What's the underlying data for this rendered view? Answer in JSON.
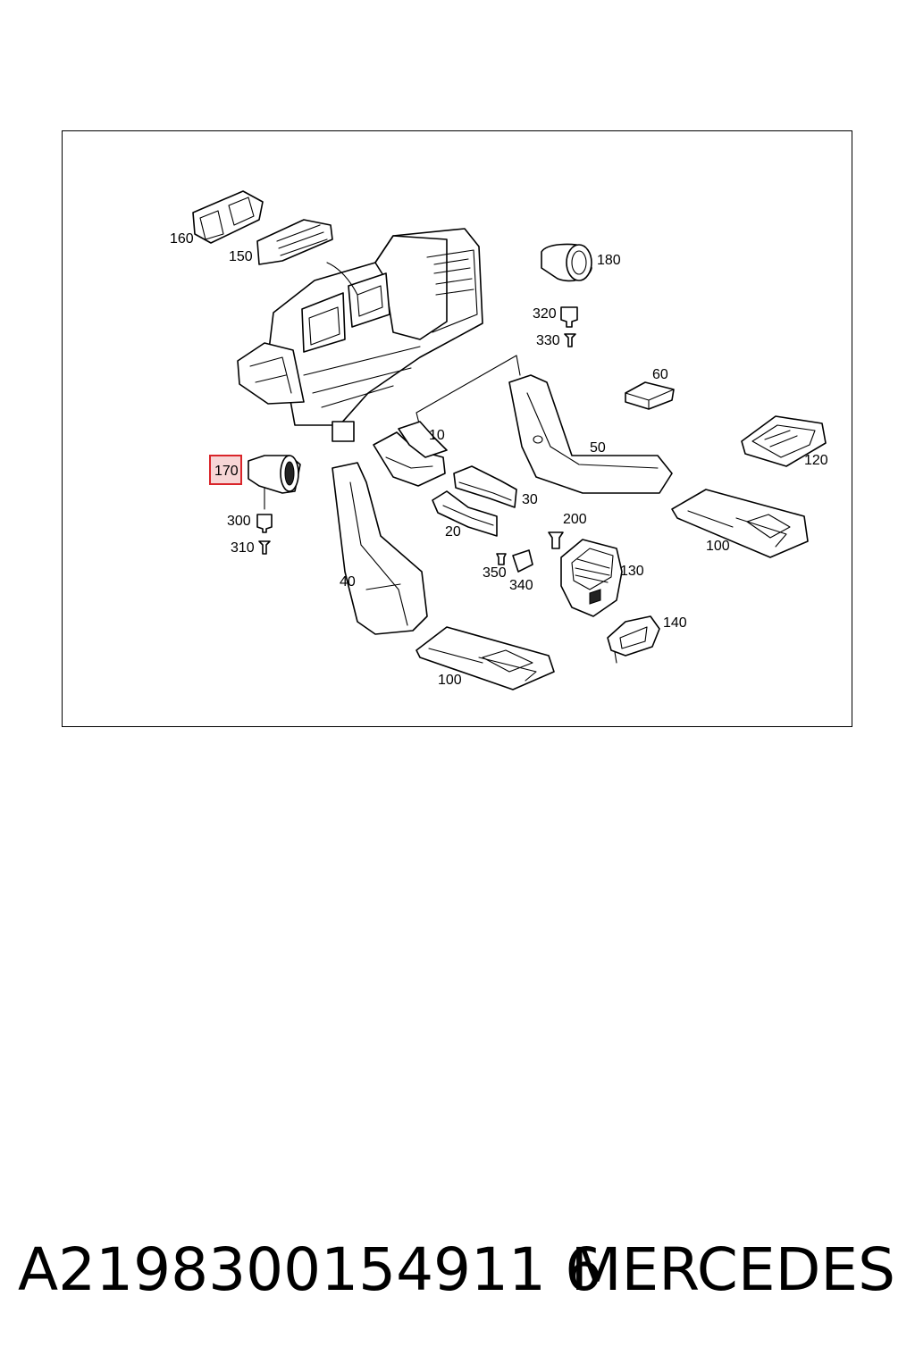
{
  "diagram": {
    "labels": {
      "p10": "10",
      "p20": "20",
      "p30": "30",
      "p40": "40",
      "p50": "50",
      "p60": "60",
      "p100a": "100",
      "p100b": "100",
      "p120": "120",
      "p130": "130",
      "p140": "140",
      "p150": "150",
      "p160": "160",
      "p170": "170",
      "p180": "180",
      "p200": "200",
      "p300": "300",
      "p310": "310",
      "p320": "320",
      "p330": "330",
      "p340": "340",
      "p350": "350"
    },
    "highlighted_part": "170",
    "highlight_color": "#d9252a"
  },
  "footer": {
    "part_number": "A2198300154911 6",
    "brand": "MERCEDES"
  }
}
